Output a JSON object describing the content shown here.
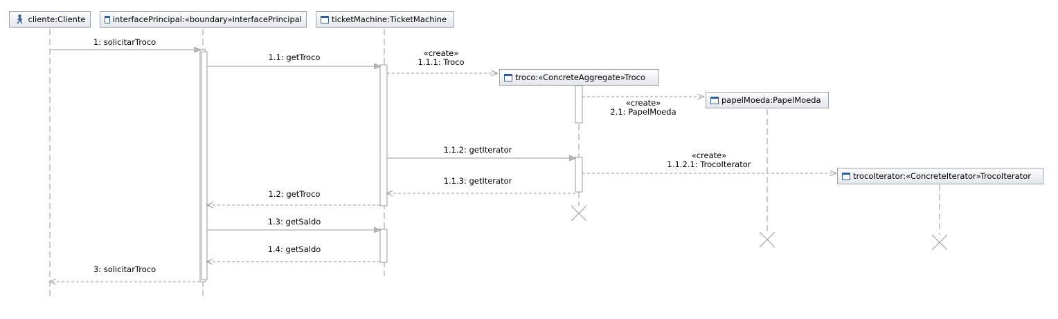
{
  "lifelines": [
    {
      "id": "cliente",
      "label": "cliente:Cliente",
      "icon": "actor-icon"
    },
    {
      "id": "interfacePrincipal",
      "label": "interfacePrincipal:«boundary»InterfacePrincipal",
      "icon": "class-icon"
    },
    {
      "id": "ticketMachine",
      "label": "ticketMachine:TicketMachine",
      "icon": "class-icon"
    },
    {
      "id": "troco",
      "label": "troco:«ConcreteAggregate»Troco",
      "icon": "class-icon"
    },
    {
      "id": "papelMoeda",
      "label": "papelMoeda:PapelMoeda",
      "icon": "class-icon"
    },
    {
      "id": "trocoIterator",
      "label": "trocoIterator:«ConcreteIterator»TrocoIterator",
      "icon": "class-icon"
    }
  ],
  "messages": [
    {
      "id": "m1",
      "line1": "",
      "line2": "1: solicitarTroco",
      "type": "sync"
    },
    {
      "id": "m11",
      "line1": "",
      "line2": "1.1: getTroco",
      "type": "sync"
    },
    {
      "id": "m111",
      "line1": "«create»",
      "line2": "1.1.1: Troco",
      "type": "create"
    },
    {
      "id": "m21",
      "line1": "«create»",
      "line2": "2.1: PapelMoeda",
      "type": "create"
    },
    {
      "id": "m112",
      "line1": "",
      "line2": "1.1.2: getIterator",
      "type": "sync"
    },
    {
      "id": "m1121",
      "line1": "«create»",
      "line2": "1.1.2.1: TrocoIterator",
      "type": "create"
    },
    {
      "id": "m113",
      "line1": "",
      "line2": "1.1.3: getIterator",
      "type": "return"
    },
    {
      "id": "m12",
      "line1": "",
      "line2": "1.2: getTroco",
      "type": "return"
    },
    {
      "id": "m13",
      "line1": "",
      "line2": "1.3: getSaldo",
      "type": "sync"
    },
    {
      "id": "m14",
      "line1": "",
      "line2": "1.4: getSaldo",
      "type": "return"
    },
    {
      "id": "m3",
      "line1": "",
      "line2": "3: solicitarTroco",
      "type": "return"
    }
  ],
  "colors": {
    "line": "#9a9a9a",
    "box_border": "#9aa3ad",
    "icon": "#2c5f9e"
  }
}
